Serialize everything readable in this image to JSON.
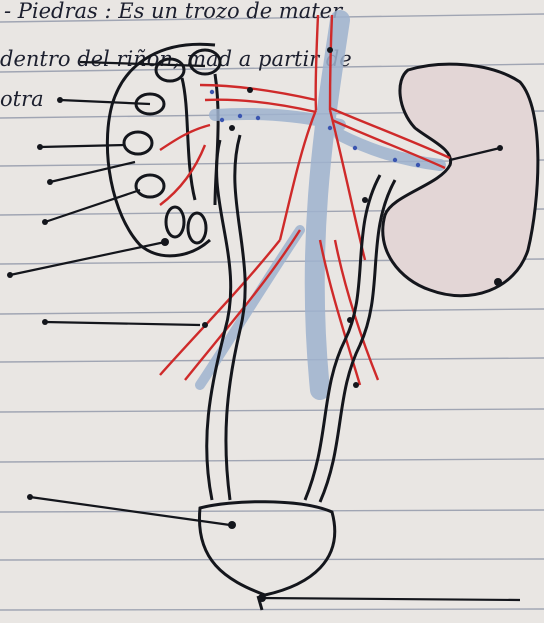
{
  "notes": {
    "line1": "- Piedras : Es un trozo de mater",
    "line2": "dentro del riñon, mad a partir de",
    "line3": "otra"
  },
  "colors": {
    "paper": "#e9e6e3",
    "rule_line": "#8f96a8",
    "ink": "#14161c",
    "artery": "#cf2a2a",
    "vein": "#9fb3cf",
    "vein_dots": "#3a55b0",
    "kidney_fill": "#e3d6d6"
  }
}
